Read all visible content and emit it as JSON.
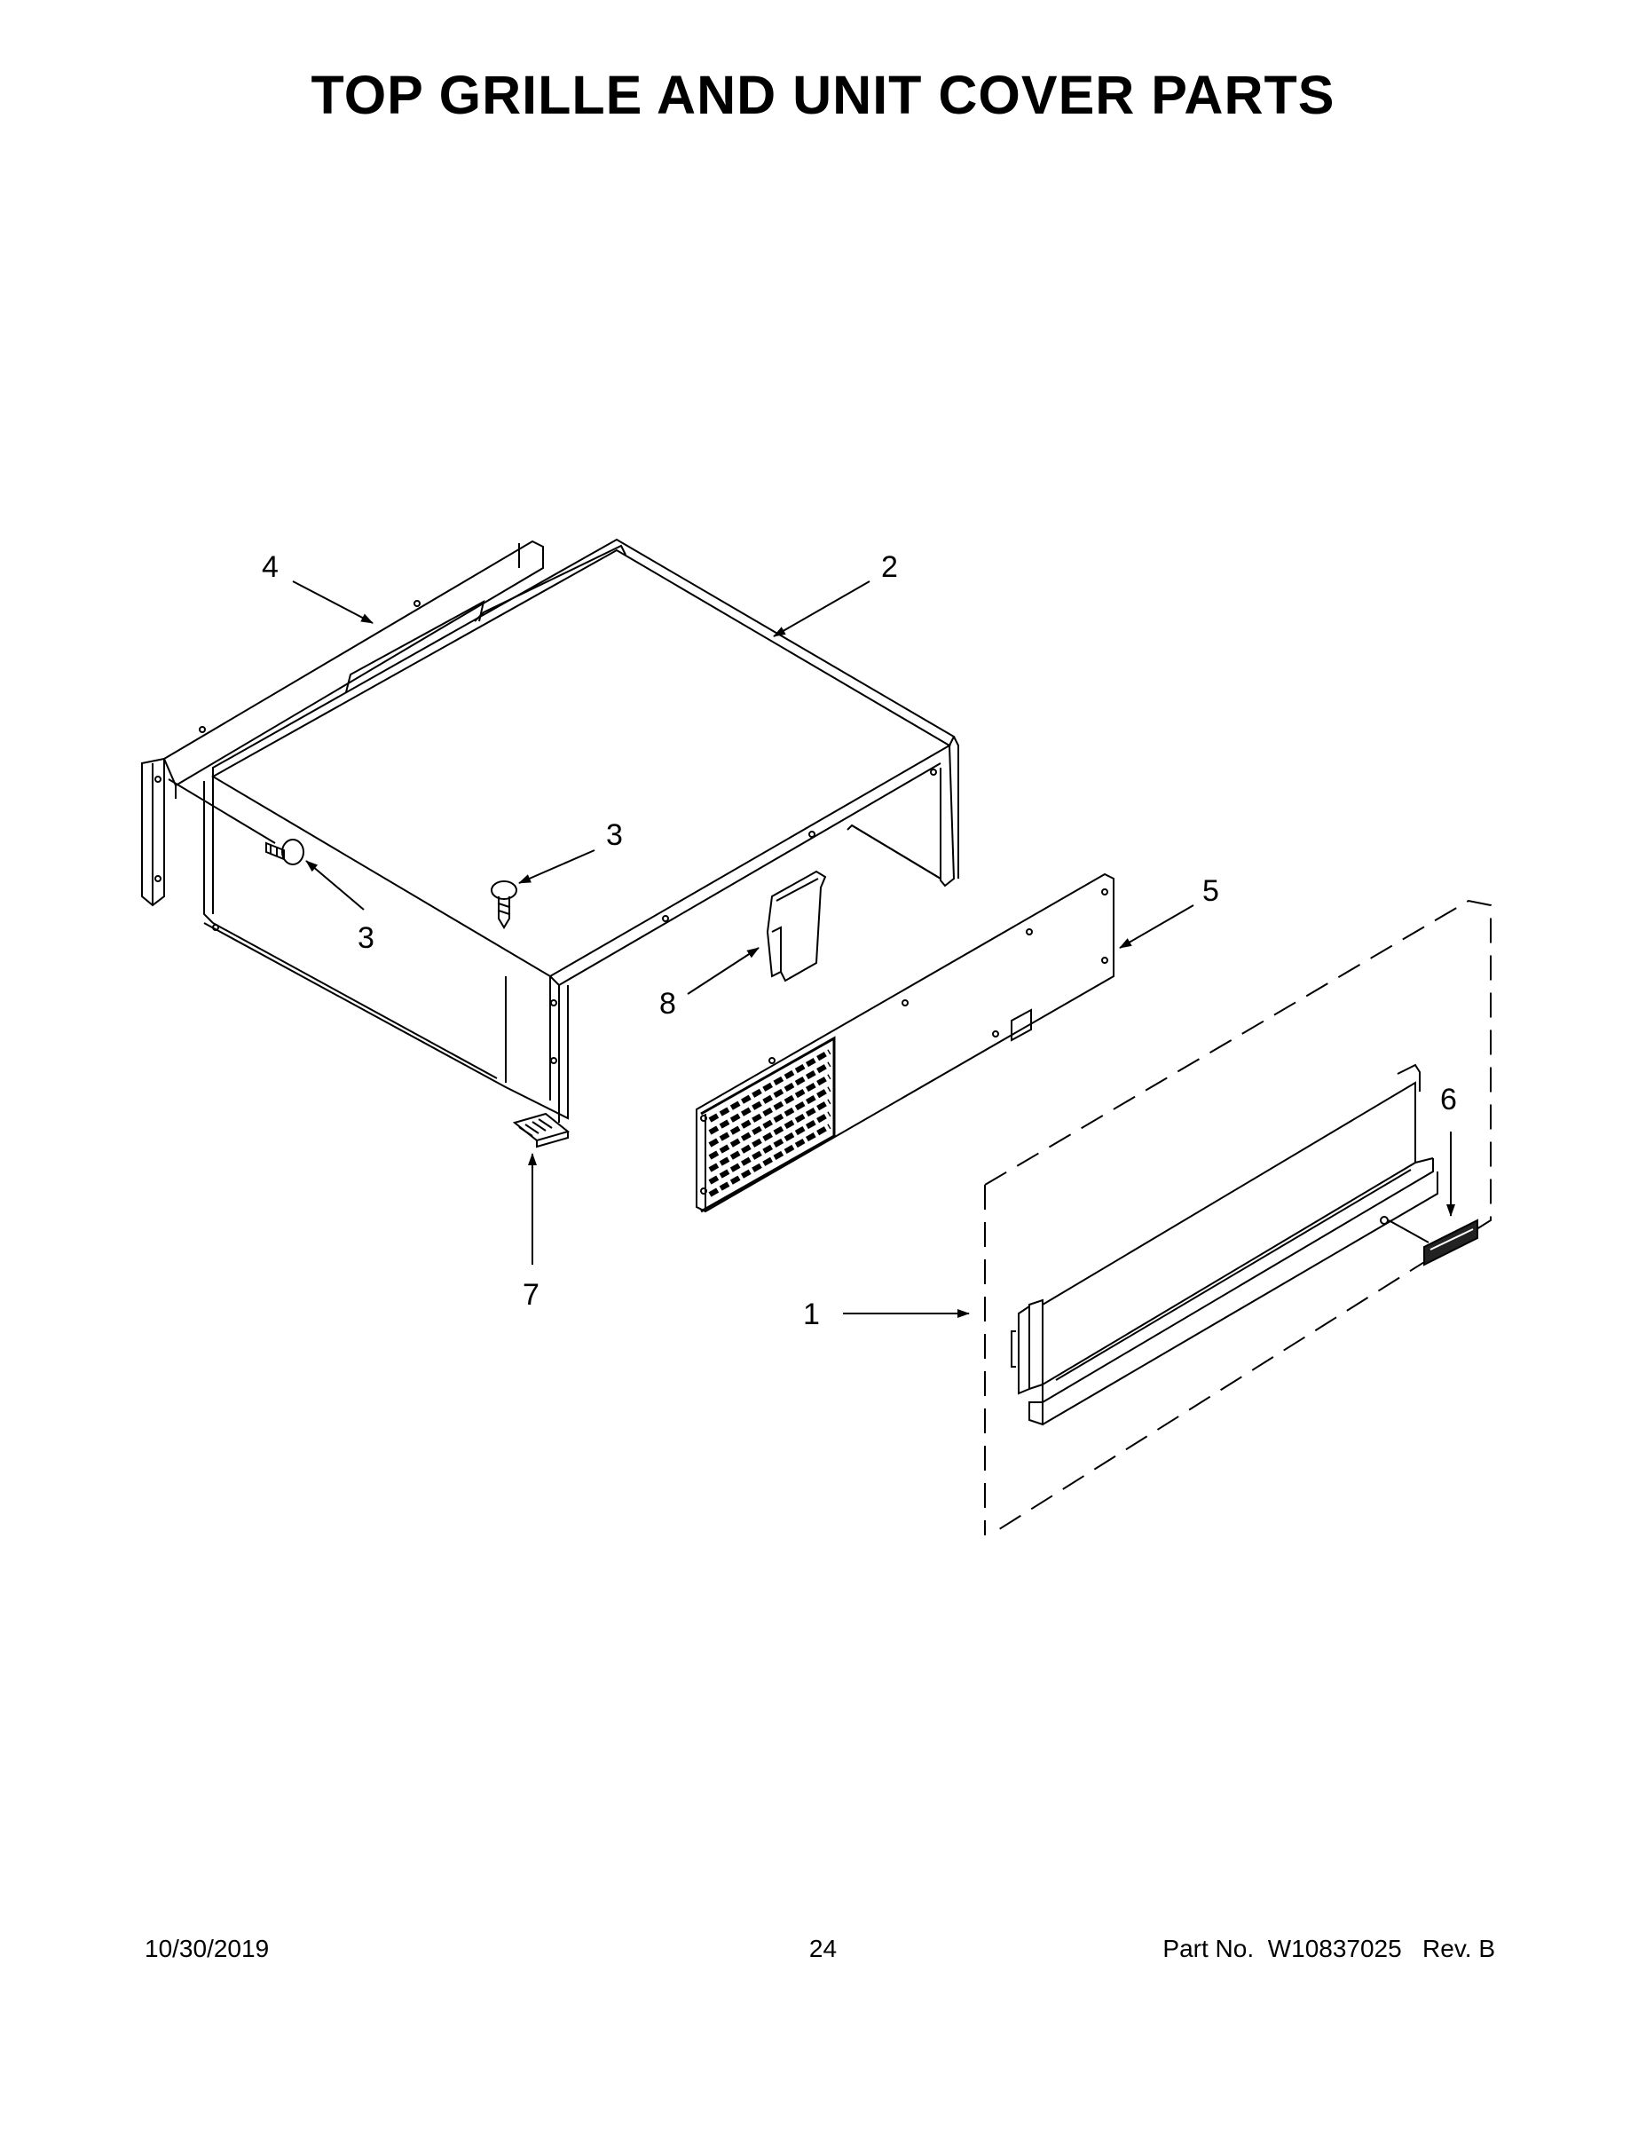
{
  "title": "TOP GRILLE AND UNIT COVER PARTS",
  "callouts": [
    "1",
    "2",
    "3",
    "3",
    "4",
    "5",
    "6",
    "7",
    "8"
  ],
  "footer": {
    "date": "10/30/2019",
    "page": "24",
    "part_label": "Part No.",
    "part_number": "W10837025",
    "revision": "Rev.  B"
  },
  "colors": {
    "line": "#000000",
    "background": "#ffffff"
  }
}
